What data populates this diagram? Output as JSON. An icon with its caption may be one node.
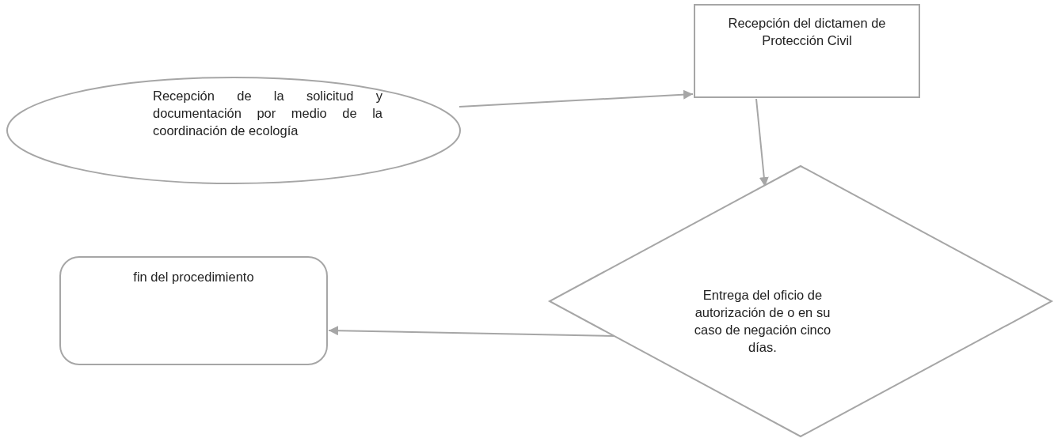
{
  "diagram": {
    "nodes": [
      {
        "text": [
          "Recepción de la solicitud y documentación por medio de la coordinación de ecología"
        ]
      },
      {
        "text": [
          "Recepción del dictamen de Protección Civil"
        ]
      },
      {
        "text": [
          "Entrega del oficio de autorización de o en su caso de negación cinco días."
        ]
      },
      {
        "text": [
          "fin del procedimiento"
        ]
      }
    ],
    "edges": [
      {
        "from": 0,
        "to": 1,
        "arrow": "to"
      },
      {
        "from": 1,
        "to": 2,
        "arrow": "to"
      },
      {
        "from": 2,
        "to": 3,
        "arrow": "to"
      }
    ]
  }
}
